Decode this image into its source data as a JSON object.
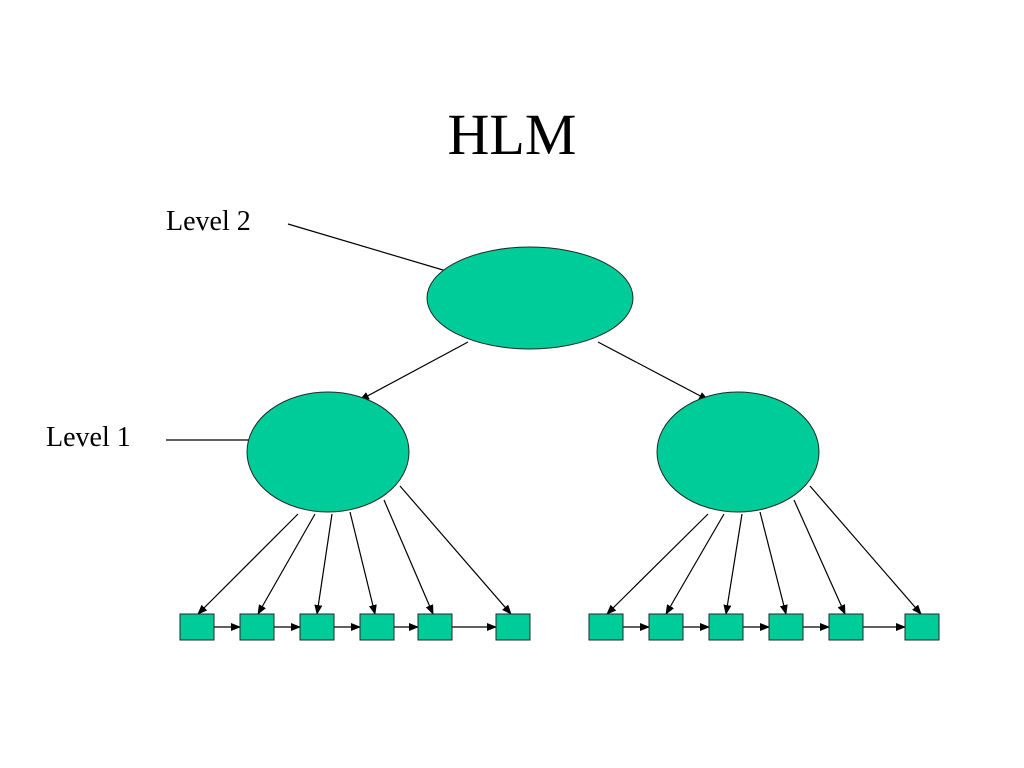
{
  "slide": {
    "title": "HLM",
    "labels": {
      "level2": "Level 2",
      "level1": "Level 1"
    }
  },
  "colors": {
    "node_fill": "#00cc99",
    "line": "#000000",
    "background": "#ffffff"
  },
  "diagram": {
    "nodes": [
      {
        "id": "L2",
        "kind": "level-2-cluster"
      },
      {
        "id": "A",
        "kind": "level-1-cluster"
      },
      {
        "id": "B",
        "kind": "level-1-cluster"
      },
      {
        "id": "a1",
        "kind": "observation"
      },
      {
        "id": "a2",
        "kind": "observation"
      },
      {
        "id": "a3",
        "kind": "observation"
      },
      {
        "id": "a4",
        "kind": "observation"
      },
      {
        "id": "a5",
        "kind": "observation"
      },
      {
        "id": "a6",
        "kind": "observation"
      },
      {
        "id": "b1",
        "kind": "observation"
      },
      {
        "id": "b2",
        "kind": "observation"
      },
      {
        "id": "b3",
        "kind": "observation"
      },
      {
        "id": "b4",
        "kind": "observation"
      },
      {
        "id": "b5",
        "kind": "observation"
      },
      {
        "id": "b6",
        "kind": "observation"
      }
    ],
    "edges": [
      [
        "L2",
        "A"
      ],
      [
        "L2",
        "B"
      ],
      [
        "A",
        "a1"
      ],
      [
        "A",
        "a2"
      ],
      [
        "A",
        "a3"
      ],
      [
        "A",
        "a4"
      ],
      [
        "A",
        "a5"
      ],
      [
        "A",
        "a6"
      ],
      [
        "B",
        "b1"
      ],
      [
        "B",
        "b2"
      ],
      [
        "B",
        "b3"
      ],
      [
        "B",
        "b4"
      ],
      [
        "B",
        "b5"
      ],
      [
        "B",
        "b6"
      ],
      [
        "a1",
        "a2"
      ],
      [
        "a2",
        "a3"
      ],
      [
        "a3",
        "a4"
      ],
      [
        "a4",
        "a5"
      ],
      [
        "a5",
        "a6"
      ],
      [
        "b1",
        "b2"
      ],
      [
        "b2",
        "b3"
      ],
      [
        "b3",
        "b4"
      ],
      [
        "b4",
        "b5"
      ],
      [
        "b5",
        "b6"
      ]
    ]
  }
}
